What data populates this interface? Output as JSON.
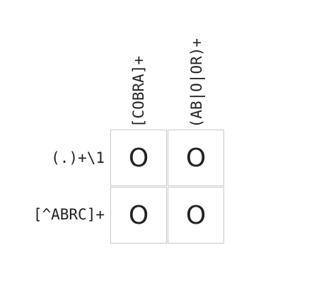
{
  "puzzle": {
    "column_clues": [
      "[COBRA]+",
      "(AB|O|OR)+"
    ],
    "row_clues": [
      "(.)+\\1",
      "[^ABRC]+"
    ],
    "cells": [
      [
        "O",
        "O"
      ],
      [
        "O",
        "O"
      ]
    ]
  }
}
